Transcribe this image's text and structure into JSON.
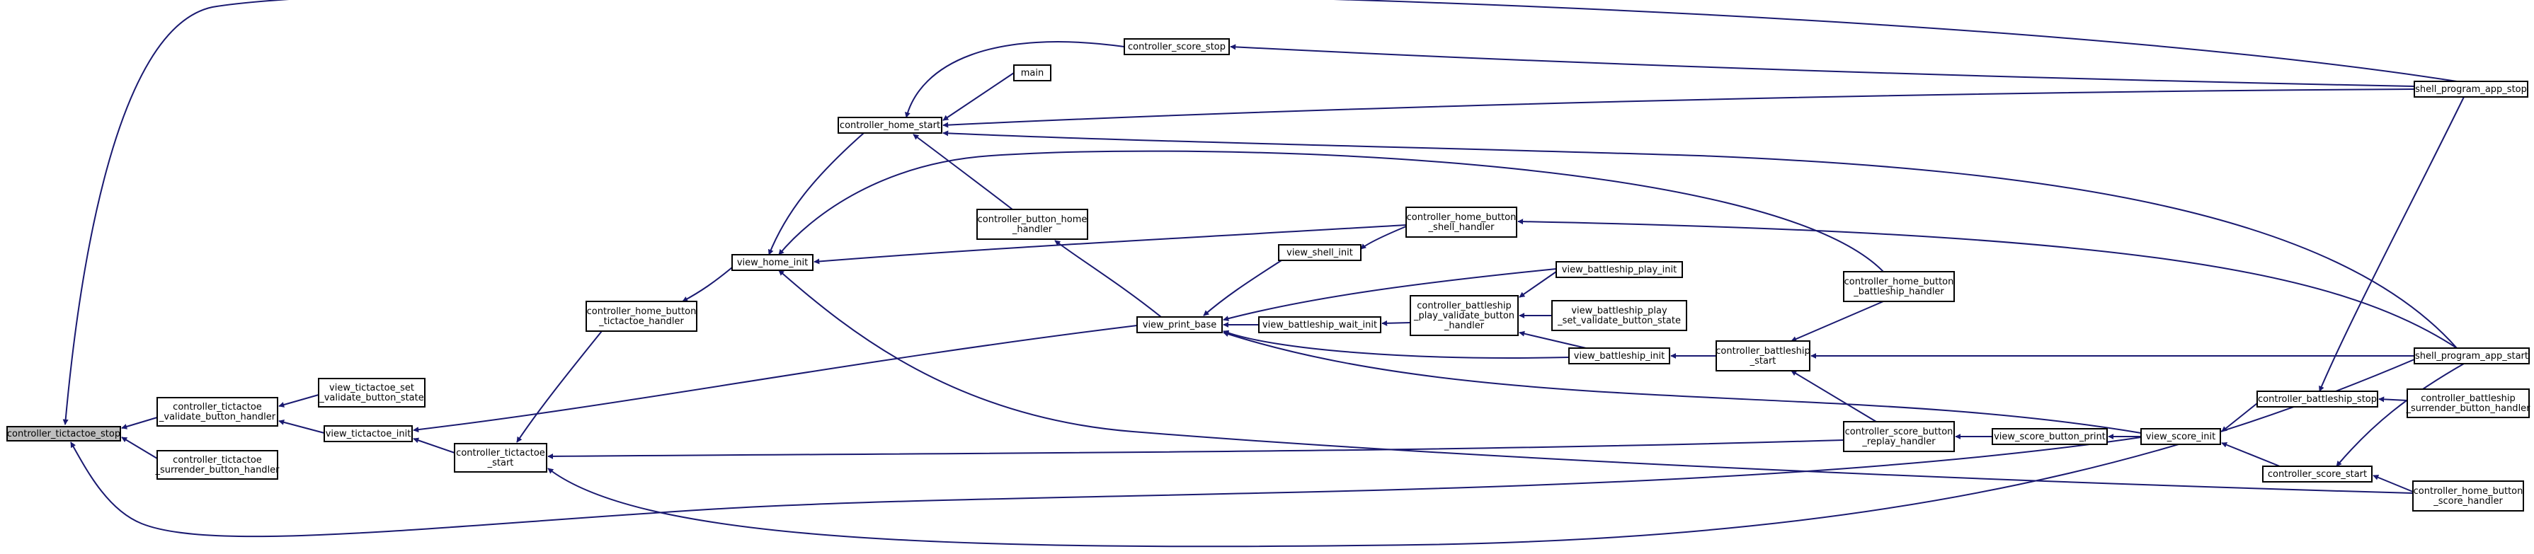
{
  "graph": {
    "root": "n_tictactoe_stop",
    "nodes": [
      {
        "id": "n_tictactoe_stop",
        "lines": [
          "controller_tictactoe_stop"
        ],
        "root": true
      },
      {
        "id": "n_validate_handler",
        "lines": [
          "controller_tictactoe",
          "_validate_button_handler"
        ]
      },
      {
        "id": "n_surrender_handler",
        "lines": [
          "controller_tictactoe",
          "_surrender_button_handler"
        ]
      },
      {
        "id": "n_set_validate",
        "lines": [
          "view_tictactoe_set",
          "_validate_button_state"
        ]
      },
      {
        "id": "n_view_tictactoe_init",
        "lines": [
          "view_tictactoe_init"
        ]
      },
      {
        "id": "n_tictactoe_start",
        "lines": [
          "controller_tictactoe",
          "_start"
        ]
      },
      {
        "id": "n_home_tictactoe_handler",
        "lines": [
          "controller_home_button",
          "_tictactoe_handler"
        ]
      },
      {
        "id": "n_view_home_init",
        "lines": [
          "view_home_init"
        ]
      },
      {
        "id": "n_home_start",
        "lines": [
          "controller_home_start"
        ]
      },
      {
        "id": "n_main",
        "lines": [
          "main"
        ]
      },
      {
        "id": "n_score_stop",
        "lines": [
          "controller_score_stop"
        ]
      },
      {
        "id": "n_button_home_handler",
        "lines": [
          "controller_button_home",
          "_handler"
        ]
      },
      {
        "id": "n_view_print_base",
        "lines": [
          "view_print_base"
        ]
      },
      {
        "id": "n_view_shell_init",
        "lines": [
          "view_shell_init"
        ]
      },
      {
        "id": "n_home_shell_handler",
        "lines": [
          "controller_home_button",
          "_shell_handler"
        ]
      },
      {
        "id": "n_battleship_wait_init",
        "lines": [
          "view_battleship_wait_init"
        ]
      },
      {
        "id": "n_bs_play_validate_handler",
        "lines": [
          "controller_battleship",
          "_play_validate_button",
          "_handler"
        ]
      },
      {
        "id": "n_bs_play_init",
        "lines": [
          "view_battleship_play_init"
        ]
      },
      {
        "id": "n_bs_play_set_validate",
        "lines": [
          "view_battleship_play",
          "_set_validate_button_state"
        ]
      },
      {
        "id": "n_bs_init",
        "lines": [
          "view_battleship_init"
        ]
      },
      {
        "id": "n_bs_start",
        "lines": [
          "controller_battleship",
          "_start"
        ]
      },
      {
        "id": "n_home_bs_handler",
        "lines": [
          "controller_home_button",
          "_battleship_handler"
        ]
      },
      {
        "id": "n_score_replay_handler",
        "lines": [
          "controller_score_button",
          "_replay_handler"
        ]
      },
      {
        "id": "n_score_button_print",
        "lines": [
          "view_score_button_print"
        ]
      },
      {
        "id": "n_view_score_init",
        "lines": [
          "view_score_init"
        ]
      },
      {
        "id": "n_bs_stop",
        "lines": [
          "controller_battleship_stop"
        ]
      },
      {
        "id": "n_score_start",
        "lines": [
          "controller_score_start"
        ]
      },
      {
        "id": "n_bs_surrender_handler",
        "lines": [
          "controller_battleship",
          "_surrender_button_handler"
        ]
      },
      {
        "id": "n_home_score_handler",
        "lines": [
          "controller_home_button",
          "_score_handler"
        ]
      },
      {
        "id": "n_shell_stop",
        "lines": [
          "shell_program_app_stop"
        ]
      },
      {
        "id": "n_shell_start",
        "lines": [
          "shell_program_app_start"
        ]
      }
    ],
    "edges": [
      {
        "from": "n_validate_handler",
        "to": "n_tictactoe_stop"
      },
      {
        "from": "n_surrender_handler",
        "to": "n_tictactoe_stop"
      },
      {
        "from": "n_shell_stop",
        "to": "n_tictactoe_stop"
      },
      {
        "from": "n_view_score_init",
        "to": "n_tictactoe_stop"
      },
      {
        "from": "n_set_validate",
        "to": "n_validate_handler"
      },
      {
        "from": "n_view_tictactoe_init",
        "to": "n_validate_handler"
      },
      {
        "from": "n_tictactoe_start",
        "to": "n_view_tictactoe_init"
      },
      {
        "from": "n_home_tictactoe_handler",
        "to": "n_tictactoe_start"
      },
      {
        "from": "n_score_replay_handler",
        "to": "n_tictactoe_start"
      },
      {
        "from": "n_shell_start",
        "to": "n_tictactoe_start"
      },
      {
        "from": "n_view_home_init",
        "to": "n_home_tictactoe_handler"
      },
      {
        "from": "n_home_start",
        "to": "n_view_home_init"
      },
      {
        "from": "n_home_shell_handler",
        "to": "n_view_home_init"
      },
      {
        "from": "n_home_bs_handler",
        "to": "n_view_home_init"
      },
      {
        "from": "n_home_score_handler",
        "to": "n_view_home_init"
      },
      {
        "from": "n_main",
        "to": "n_home_start"
      },
      {
        "from": "n_score_stop",
        "to": "n_home_start"
      },
      {
        "from": "n_button_home_handler",
        "to": "n_home_start"
      },
      {
        "from": "n_shell_stop",
        "to": "n_home_start"
      },
      {
        "from": "n_shell_start",
        "to": "n_home_start"
      },
      {
        "from": "n_shell_stop",
        "to": "n_score_stop"
      },
      {
        "from": "n_view_print_base",
        "to": "n_button_home_handler"
      },
      {
        "from": "n_view_print_base",
        "to": "n_view_tictactoe_init"
      },
      {
        "from": "n_view_shell_init",
        "to": "n_view_print_base"
      },
      {
        "from": "n_bs_play_init",
        "to": "n_view_print_base"
      },
      {
        "from": "n_battleship_wait_init",
        "to": "n_view_print_base"
      },
      {
        "from": "n_bs_init",
        "to": "n_view_print_base"
      },
      {
        "from": "n_view_score_init",
        "to": "n_view_print_base"
      },
      {
        "from": "n_home_shell_handler",
        "to": "n_view_shell_init"
      },
      {
        "from": "n_shell_start",
        "to": "n_home_shell_handler"
      },
      {
        "from": "n_bs_play_validate_handler",
        "to": "n_battleship_wait_init"
      },
      {
        "from": "n_bs_play_init",
        "to": "n_bs_play_validate_handler"
      },
      {
        "from": "n_bs_play_set_validate",
        "to": "n_bs_play_validate_handler"
      },
      {
        "from": "n_bs_init",
        "to": "n_bs_play_validate_handler"
      },
      {
        "from": "n_bs_start",
        "to": "n_bs_init"
      },
      {
        "from": "n_home_bs_handler",
        "to": "n_bs_start"
      },
      {
        "from": "n_score_replay_handler",
        "to": "n_bs_start"
      },
      {
        "from": "n_shell_start",
        "to": "n_bs_start"
      },
      {
        "from": "n_score_button_print",
        "to": "n_score_replay_handler"
      },
      {
        "from": "n_view_score_init",
        "to": "n_score_button_print"
      },
      {
        "from": "n_bs_stop",
        "to": "n_view_score_init"
      },
      {
        "from": "n_score_start",
        "to": "n_view_score_init"
      },
      {
        "from": "n_shell_stop",
        "to": "n_bs_stop"
      },
      {
        "from": "n_bs_surrender_handler",
        "to": "n_bs_stop"
      },
      {
        "from": "n_shell_start",
        "to": "n_score_start"
      },
      {
        "from": "n_home_score_handler",
        "to": "n_score_start"
      }
    ]
  }
}
